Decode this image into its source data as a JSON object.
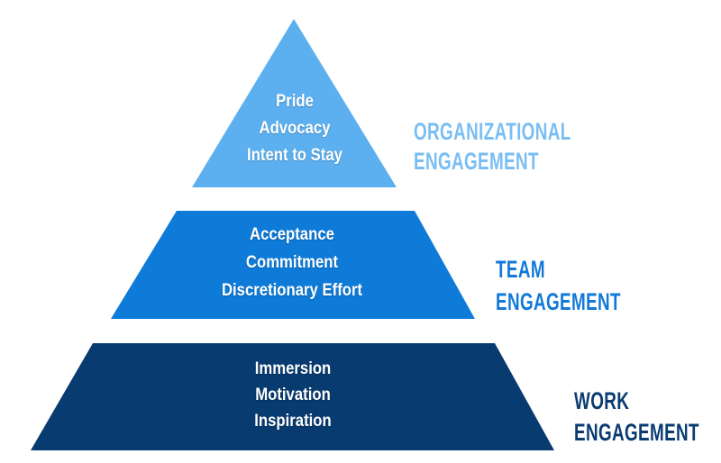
{
  "canvas": {
    "background": "#ffffff"
  },
  "pyramid": {
    "tiers": [
      {
        "id": "organizational",
        "label_lines": [
          "ORGANIZATIONAL",
          "ENGAGEMENT"
        ],
        "label_color": "#79BEF3",
        "fill": "#5CB0EF",
        "items": [
          "Pride",
          "Advocacy",
          "Intent to Stay"
        ]
      },
      {
        "id": "team",
        "label_lines": [
          "TEAM",
          "ENGAGEMENT"
        ],
        "label_color": "#1379D8",
        "fill": "#0E7BD8",
        "items": [
          "Acceptance",
          "Commitment",
          "Discretionary Effort"
        ]
      },
      {
        "id": "work",
        "label_lines": [
          "WORK",
          "ENGAGEMENT"
        ],
        "label_color": "#0B3C70",
        "fill": "#083B70",
        "items": [
          "Immersion",
          "Motivation",
          "Inspiration"
        ]
      }
    ]
  }
}
